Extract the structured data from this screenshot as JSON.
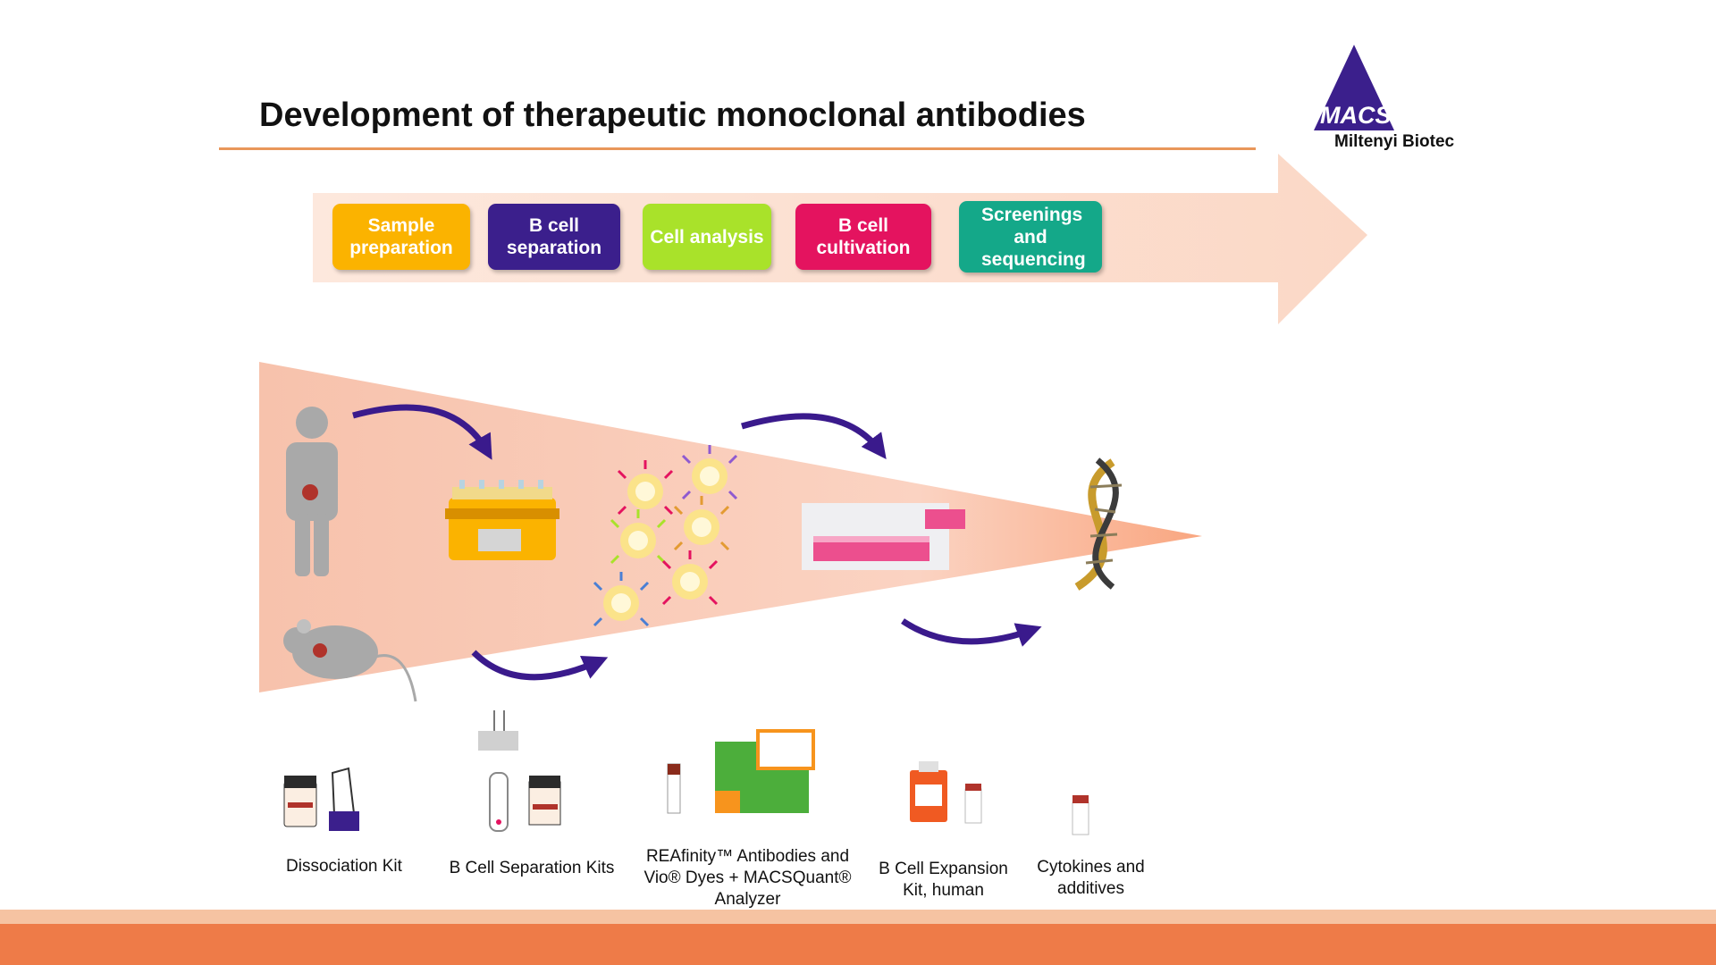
{
  "slide": {
    "title": "Development of therapeutic monoclonal antibodies",
    "logo": {
      "brand_text": "MACS",
      "company": "Miltenyi Biotec"
    },
    "colors": {
      "title_rule": "#e9975a",
      "arrow": "#fbdccb",
      "footer": "#ee7b48",
      "process_arrows": "#3a1a8c"
    }
  },
  "workflow": {
    "steps": [
      {
        "label": "Sample preparation",
        "color": "#fbb300"
      },
      {
        "label": "B cell separation",
        "color": "#3b1f8c"
      },
      {
        "label": "Cell analysis",
        "color": "#a9e22a"
      },
      {
        "label": "B cell cultivation",
        "color": "#e4135f"
      },
      {
        "label": "Screenings and sequencing",
        "color": "#14a889"
      }
    ]
  },
  "illustration": {
    "icons": [
      "human-icon",
      "mouse-icon",
      "tissue-dissociator-icon",
      "labeled-b-cells-icon",
      "cell-culture-plate-icon",
      "dna-helix-icon"
    ]
  },
  "products": [
    {
      "label": "Dissociation Kit",
      "icon": "dissociation-kit-icon"
    },
    {
      "label": "B Cell Separation Kits",
      "icon": "separation-column-icon"
    },
    {
      "label": "REAfinity™ Antibodies and Vio® Dyes + MACSQuant® Analyzer",
      "icon": "flow-cytometer-icon"
    },
    {
      "label": "B Cell Expansion Kit, human",
      "icon": "expansion-kit-icon"
    },
    {
      "label": "Cytokines and additives",
      "icon": "cytokine-vial-icon"
    }
  ]
}
